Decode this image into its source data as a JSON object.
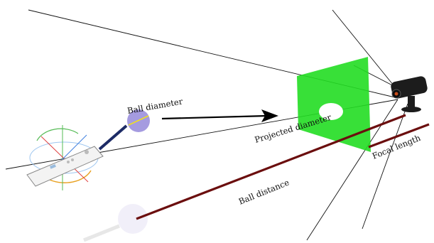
{
  "labels": {
    "ball_diameter": "Ball diameter",
    "projected_diameter": "Projected diameter",
    "ball_distance": "Ball distance",
    "focal_length": "Focal length"
  },
  "colors": {
    "background": "#ffffff",
    "image_plane": "#22dd22",
    "ball": "#a59be0",
    "ball_diameter_line": "#f0e020",
    "distance_line": "#6b0e0e",
    "rays": "#111111",
    "camera": "#1c1c1c"
  },
  "icons": {
    "controller": "wii-remote-icon",
    "camera": "eye-camera-icon",
    "ball": "tracked-ball-icon"
  }
}
